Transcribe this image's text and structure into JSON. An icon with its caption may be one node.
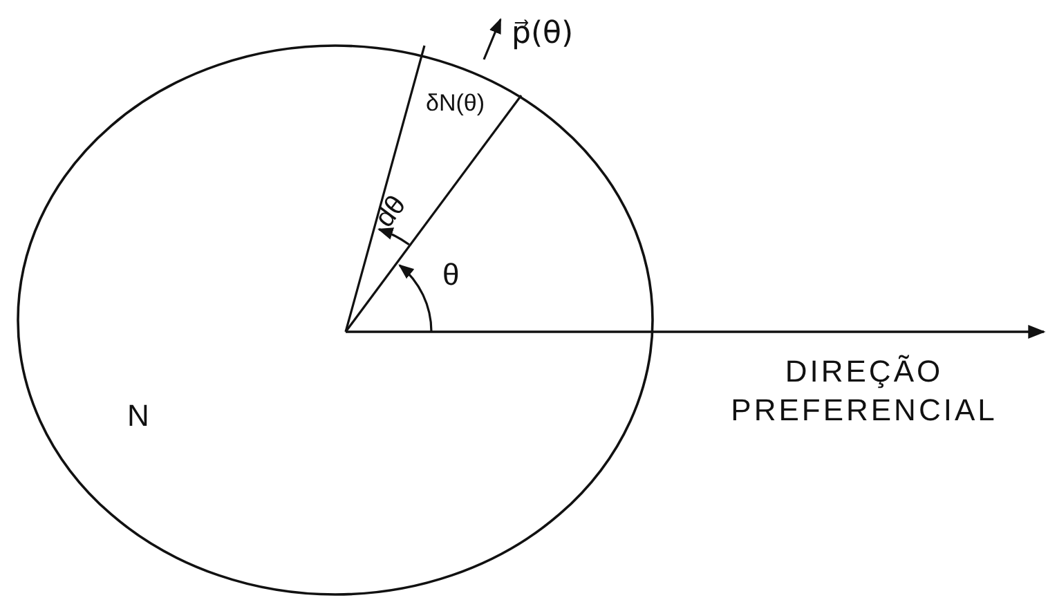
{
  "diagram": {
    "nodes": [
      {
        "text": [
          "N"
        ]
      }
    ],
    "labels": [
      "p⃗(θ)",
      "δN(θ)",
      "dθ",
      "θ",
      "DIREÇÃO PREFERENCIAL"
    ]
  }
}
